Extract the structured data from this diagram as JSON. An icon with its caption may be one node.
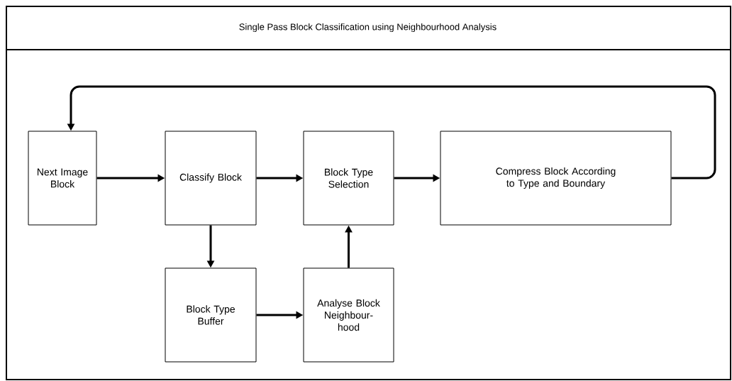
{
  "diagram": {
    "nodes": [
      {
        "text": [
          "Single Pass Block Classification using Neighbourhood Analysis"
        ]
      },
      {
        "text": [
          "Next Image Block"
        ],
        "in": 0
      },
      {
        "text": [
          "Classify Block"
        ],
        "in": 0
      },
      {
        "text": [
          "Block Type Selection"
        ],
        "in": 0
      },
      {
        "text": [
          "Compress Block According to Type and Boundary"
        ],
        "in": 0
      },
      {
        "text": [
          "Block Type Buffer"
        ],
        "in": 0
      },
      {
        "text": [
          "Analyse Block Neighbour-hood"
        ],
        "in": 0
      }
    ],
    "edges": [
      {
        "from": 1,
        "to": 2,
        "arrow": "to"
      },
      {
        "from": 2,
        "to": 3,
        "arrow": "to"
      },
      {
        "from": 3,
        "to": 4,
        "arrow": "to"
      },
      {
        "from": 4,
        "to": 1,
        "arrow": "to"
      },
      {
        "from": 2,
        "to": 5,
        "arrow": "to"
      },
      {
        "from": 5,
        "to": 6,
        "arrow": "to"
      },
      {
        "from": 6,
        "to": 3,
        "arrow": "to"
      }
    ]
  }
}
